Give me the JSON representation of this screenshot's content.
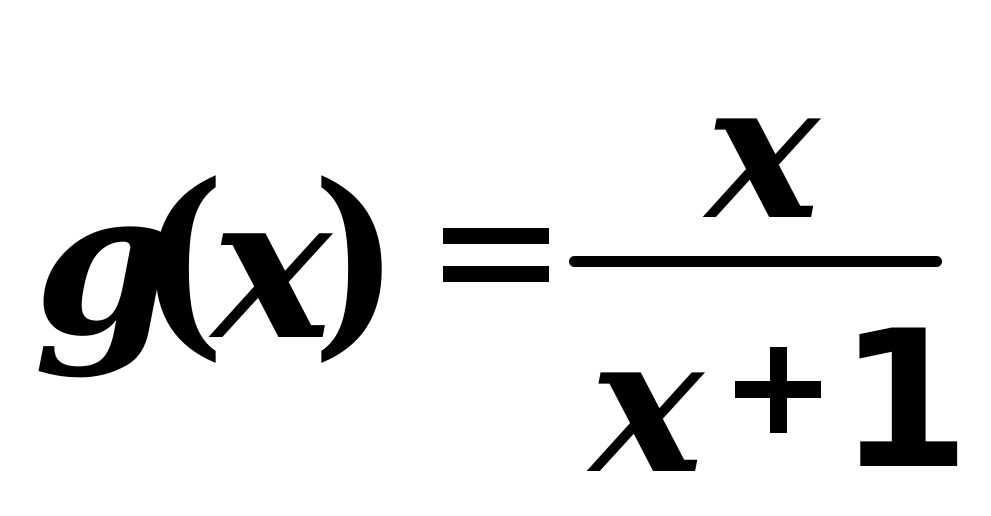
{
  "formula": {
    "lhs": {
      "func": "g",
      "open_paren": "(",
      "arg": "x",
      "close_paren": ")"
    },
    "operator": "=",
    "fraction": {
      "numerator": "x",
      "denominator": {
        "var": "x",
        "op": "+",
        "const": "1"
      }
    }
  }
}
